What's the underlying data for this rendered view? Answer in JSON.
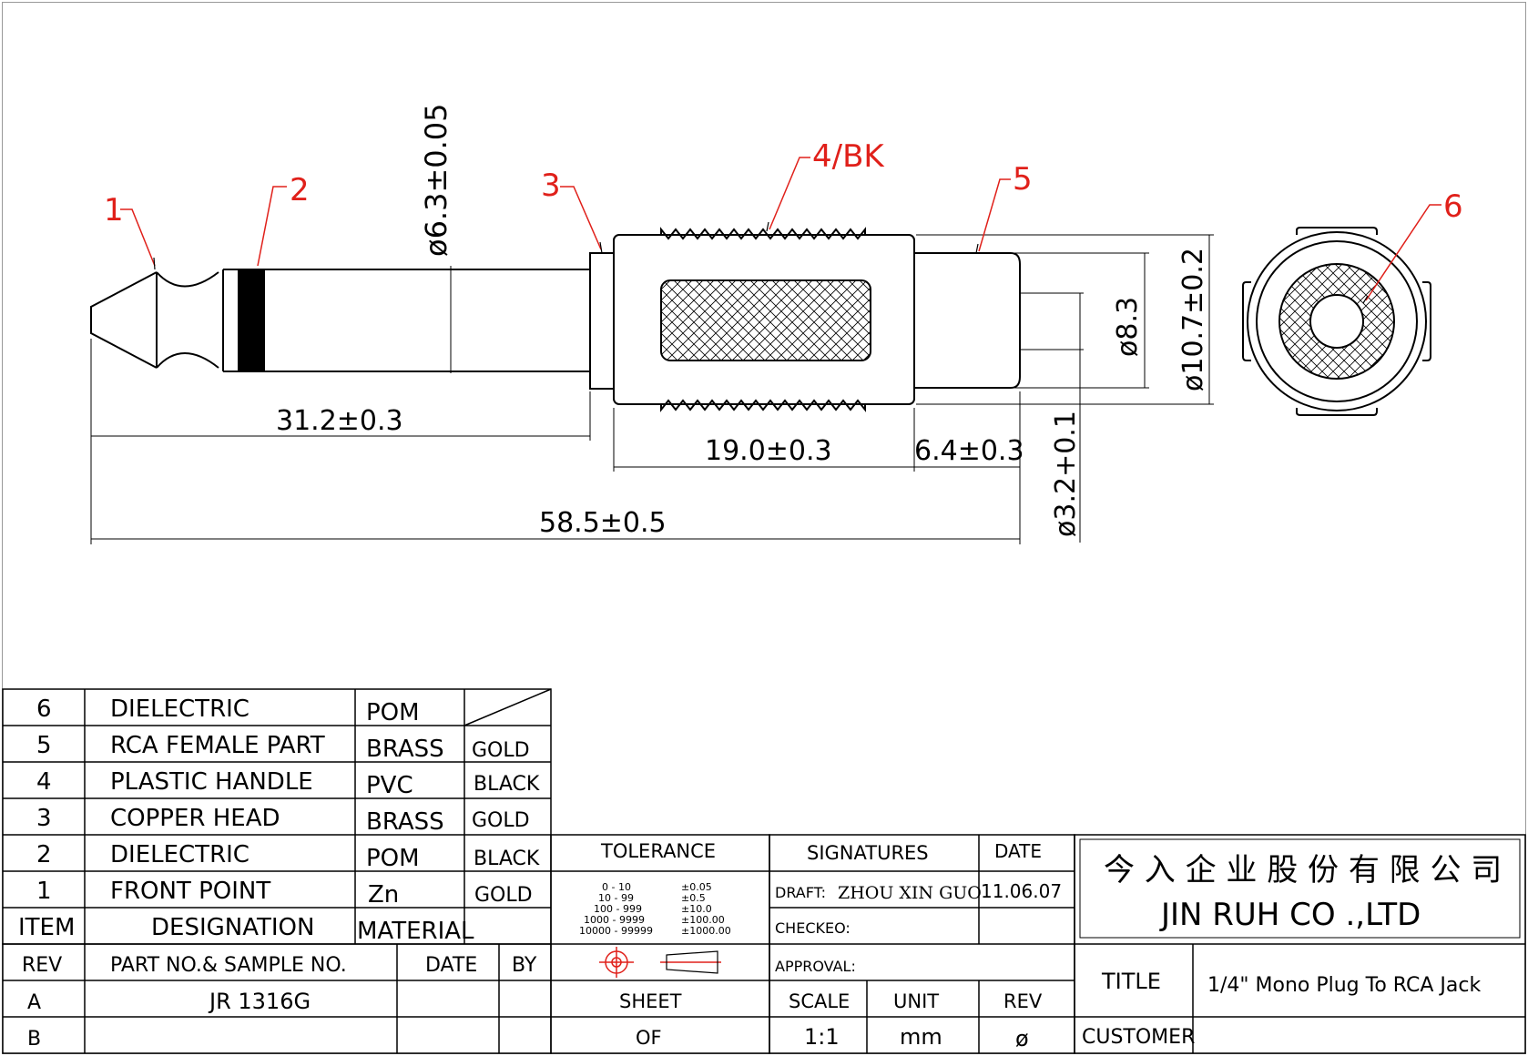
{
  "callouts": {
    "c1": "1",
    "c2": "2",
    "c3": "3",
    "c4": "4/BK",
    "c5": "5",
    "c6": "6"
  },
  "dimensions": {
    "d_tip_dia": "ø6.3±0.05",
    "d_312": "31.2±0.3",
    "d_190": "19.0±0.3",
    "d_64": "6.4±0.3",
    "d_585": "58.5±0.5",
    "d_83": "ø8.3",
    "d_107": "ø10.7±0.2",
    "d_32": "ø3.2+0.1"
  },
  "bom": {
    "rows": [
      {
        "item": "6",
        "designation": "DIELECTRIC",
        "material": "POM",
        "finish": ""
      },
      {
        "item": "5",
        "designation": "RCA FEMALE PART",
        "material": "BRASS",
        "finish": "GOLD"
      },
      {
        "item": "4",
        "designation": "PLASTIC HANDLE",
        "material": "PVC",
        "finish": "BLACK"
      },
      {
        "item": "3",
        "designation": "COPPER HEAD",
        "material": "BRASS",
        "finish": "GOLD"
      },
      {
        "item": "2",
        "designation": "DIELECTRIC",
        "material": "POM",
        "finish": "BLACK"
      },
      {
        "item": "1",
        "designation": "FRONT POINT",
        "material": "Zn",
        "finish": "GOLD"
      }
    ],
    "header": {
      "item": "ITEM",
      "designation": "DESIGNATION",
      "material": "MATERIAL"
    }
  },
  "rev": {
    "header": {
      "rev": "REV",
      "part": "PART NO.& SAMPLE NO.",
      "date": "DATE",
      "by": "BY"
    },
    "row_a": {
      "rev": "A",
      "part": "JR 1316G"
    },
    "row_b": {
      "rev": "B"
    }
  },
  "tolerance": {
    "title": "TOLERANCE",
    "ranges": [
      "0 - 10",
      "10 - 99",
      "100 - 999",
      "1000 - 9999",
      "10000 - 99999"
    ],
    "values": [
      "±0.05",
      "±0.5",
      "±10.0",
      "±100.00",
      "±1000.00"
    ]
  },
  "sheet": {
    "label": "SHEET",
    "of": "OF"
  },
  "signatures": {
    "title": "SIGNATURES",
    "date_label": "DATE",
    "draft_label": "DRAFT:",
    "draft_name": "ZHOU XIN GUO",
    "draft_date": "11.06.07",
    "checked_label": "CHECKEO:",
    "approval_label": "APPROVAL:"
  },
  "scale": {
    "scale_label": "SCALE",
    "unit_label": "UNIT",
    "rev_label": "REV",
    "scale_value": "1:1",
    "unit_value": "mm",
    "rev_value": "ø"
  },
  "company": {
    "chinese": "今 入 企 业 股 份 有 限 公 司",
    "english": "JIN RUH CO .,LTD"
  },
  "title_block": {
    "title_label": "TITLE",
    "title_value": "1/4\" Mono Plug To RCA Jack",
    "customer_label": "CUSTOMER"
  },
  "colors": {
    "callout": "#e0201a",
    "line": "#000000"
  }
}
